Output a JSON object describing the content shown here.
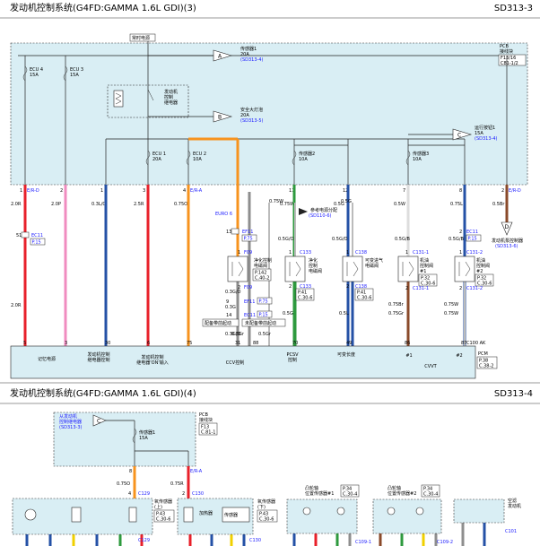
{
  "page1": {
    "title": "发动机控制系统(G4FD:GAMMA 1.6L GDI)(3)",
    "code": "SD313-3",
    "hot": "常时电源",
    "pcb": {
      "name": "PCB",
      "sub": "接线块",
      "ref1": "F13/16",
      "ref2": "C81-1/2"
    },
    "ecu4": {
      "name": "ECU 4",
      "amp": "15A"
    },
    "ecu3": {
      "name": "ECU 3",
      "amp": "15A"
    },
    "relay": {
      "l1": "发动机",
      "l2": "控制",
      "l3": "继电器"
    },
    "sens1": {
      "l1": "传感器1",
      "l2": "20A",
      "ref": "(SD313-4)"
    },
    "safety": {
      "l1": "安全大灯泡",
      "l2": "20A",
      "ref": "(SD313-5)"
    },
    "ecu1": {
      "name": "ECU 1",
      "amp": "20A"
    },
    "ecu2": {
      "name": "ECU 2",
      "amp": "10A"
    },
    "sens2": {
      "name": "传感器2",
      "amp": "10A"
    },
    "sens3": {
      "name": "传感器3",
      "amp": "10A"
    },
    "hot2": {
      "l1": "运行按钮1",
      "l2": "15A",
      "ref": "(SD313-4)"
    },
    "tag_a": "A",
    "tag_b": "B",
    "tag_c": "C",
    "tag_d": "D",
    "pins": [
      "1",
      "2",
      "1",
      "3",
      "4",
      "11",
      "12",
      "7",
      "8",
      "2"
    ],
    "pin_suffix": [
      "E/R-D",
      "",
      "",
      "",
      "E/R-A",
      "",
      "",
      "",
      "",
      "E/R-D"
    ],
    "w_top": [
      "2.0R",
      "2.0P",
      "0.3L/O",
      "2.5R",
      "0.75O",
      "0.75W",
      "0.5G",
      "0.5W",
      "0.75L",
      "0.5Br"
    ],
    "c11": {
      "pin": "51",
      "name": "EC11",
      "p": "P.15"
    },
    "ecu6": "EURO 6",
    "ec11b": {
      "pin": "13",
      "name": "EF11",
      "p": "P.75"
    },
    "f09": {
      "pin": "1",
      "name": "F09"
    },
    "purge": {
      "l1": "净化控制",
      "l2": "电磁阀",
      "p": "P.142",
      "c": "C.40-2"
    },
    "f09b": {
      "pin": "2",
      "name": "F09"
    },
    "ec11c": {
      "pin": "9",
      "name": "EF11",
      "p": "P.75"
    },
    "ec11d": {
      "pin": "14",
      "name": "EC11",
      "p": "P.15"
    },
    "pcm_note1": "配备带前起动",
    "pcm_note2": "未配备带前起动",
    "ref_air": "参考电源分配",
    "ref_air_sd": "(SD110-6)",
    "c133a": {
      "pin": "1",
      "name": "C133"
    },
    "c133b": {
      "pin": "2",
      "name": "C133"
    },
    "canister": {
      "l1": "净化",
      "l2": "控制",
      "l3": "电磁阀",
      "p": "P.41",
      "c": "C.30-6"
    },
    "c138a": {
      "pin": "1",
      "name": "C138"
    },
    "c138b": {
      "pin": "2",
      "name": "C138"
    },
    "vvt": {
      "l1": "可变进气",
      "l2": "电磁阀",
      "p": "P.41",
      "c": "C.30-6"
    },
    "c131a": {
      "pin": "1",
      "name": "C131-1"
    },
    "c131b": {
      "pin": "2",
      "name": "C131-1"
    },
    "ocv1": {
      "l1": "机油",
      "l2": "控制阀",
      "l3": "#1",
      "p": "P.32",
      "c": "C.30-6"
    },
    "c131c": {
      "pin": "1",
      "name": "C131-2"
    },
    "c131d": {
      "pin": "2",
      "name": "C131-2"
    },
    "ocv2": {
      "l1": "机油",
      "l2": "控制阀",
      "l3": "#2",
      "p": "P.32",
      "c": "C.30-6"
    },
    "ec11e": {
      "pin": "2",
      "name": "EC11",
      "p": "P.15"
    },
    "fuel_pump": {
      "l1": "发动机泵控制器",
      "ref": "(SD313-6)"
    },
    "w_mid": [
      "0.5G/O",
      "0.5G/O",
      "0.75W",
      "0.5G",
      "0.5G/B",
      "0.5G/B",
      "0.75Br",
      "0.75W",
      "0.3G/O",
      "0.3G",
      "0.3G/O",
      "0.5Gr",
      "0.5Gr"
    ],
    "w_bot": [
      "2.0R",
      "0.5G",
      "0.5L",
      "0.75Gr",
      "0.75W"
    ],
    "bottom_pins": [
      "5",
      "3",
      "30",
      "6",
      "75",
      "31",
      "88",
      "70",
      "49",
      "86",
      "87",
      "C100 AK"
    ],
    "labels_bottom": [
      "记忆电源",
      "发动机控制\n继电器控制",
      "发动机控制\n继电器'ON'输入",
      "CCV控制",
      "PCSV\n控制",
      "可变长度",
      "#1",
      "#2",
      "CVVT"
    ],
    "pcm": {
      "name": "PCM",
      "p": "P.38",
      "c": "C.38-2"
    }
  },
  "page2": {
    "title": "发动机控制系统(G4FD:GAMMA 1.6L GDI)(4)",
    "code": "SD313-4",
    "from": {
      "l1": "从发动机",
      "l2": "控制继电器",
      "ref": "(SD313-3)"
    },
    "tag_c": "C",
    "sens1": {
      "name": "传感器1",
      "amp": "15A"
    },
    "pcb": {
      "name": "PCB",
      "sub": "接线块",
      "p": "F13",
      "c": "C.81-1"
    },
    "pin8": "8",
    "pin_e": "E/R-A",
    "wires": [
      "0.75O",
      "0.75R"
    ],
    "c129": {
      "pin": "4",
      "name": "C129"
    },
    "c130": {
      "pin": "2",
      "name": "C130"
    },
    "o2_up": {
      "l1": "氧传感器",
      "l2": "(上)",
      "p": "P.43",
      "c": "C.30-6"
    },
    "heater": "加热器",
    "sensor": "传感器",
    "o2_dn": {
      "l1": "氧传感器",
      "l2": "(下)",
      "p": "P.43",
      "c": "C.30-6"
    },
    "cam1": {
      "l1": "凸轮轴",
      "l2": "位置传感器#1",
      "p": "P.34",
      "c": "C.30-4"
    },
    "cam2": {
      "l1": "凸轮轴",
      "l2": "位置传感器#2",
      "p": "P.34",
      "c": "C.30-4"
    },
    "air": {
      "l1": "空滤",
      "l2": "发动机"
    },
    "c129b": "C129",
    "c130b": "C130",
    "c109a": "C109-1",
    "c109b": "C109-2",
    "c101": "C101"
  },
  "colors": {
    "accent": "#1a1aff",
    "box_fill": "#d9eef4",
    "red": "#e8202a",
    "pink": "#f08cc0",
    "orange": "#f7931e",
    "green": "#2e9a3e",
    "blue": "#2451a6",
    "brown": "#8a4a2a",
    "grey": "#8e8e8e",
    "yellow": "#f0d000"
  }
}
